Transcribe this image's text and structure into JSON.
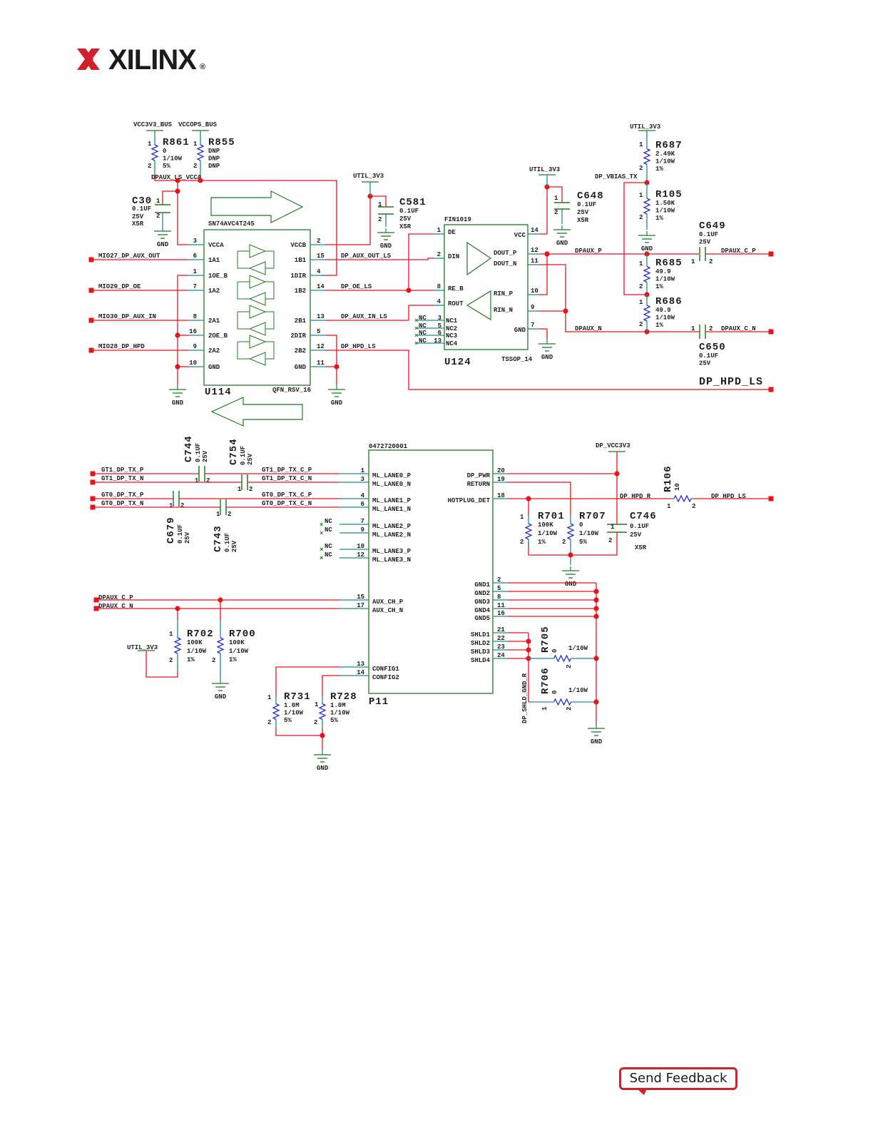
{
  "header": {
    "logo_text": "XILINX",
    "logo_mark": "®"
  },
  "feedback": {
    "label": "Send Feedback"
  },
  "pins": [
    "1",
    "2"
  ],
  "nets": {
    "vcc3v3_bus": "VCC3V3_BUS",
    "vccops_bus": "VCCOPS_BUS",
    "dpaux_ls_vcca": "DPAUX_LS_VCCA",
    "util_3v3": "UTIL_3V3",
    "gnd": "GND",
    "nc": "NC",
    "mio27": "MIO27_DP_AUX_OUT",
    "mio29": "MIO29_DP_OE",
    "mio30": "MIO30_DP_AUX_IN",
    "mio28": "MIO28_DP_HPD",
    "dp_aux_out_ls": "DP_AUX_OUT_LS",
    "dp_oe_ls": "DP_OE_LS",
    "dp_aux_in_ls": "DP_AUX_IN_LS",
    "dp_hpd_ls": "DP_HPD_LS",
    "dp_vbias_tx": "DP_VBIAS_TX",
    "dpaux_p": "DPAUX_P",
    "dpaux_n": "DPAUX_N",
    "dpaux_c_p": "DPAUX_C_P",
    "dpaux_c_n": "DPAUX_C_N",
    "gt1_p": "GT1_DP_TX_P",
    "gt1_n": "GT1_DP_TX_N",
    "gt0_p": "GT0_DP_TX_P",
    "gt0_n": "GT0_DP_TX_N",
    "gt1_cp": "GT1_DP_TX_C_P",
    "gt1_cn": "GT1_DP_TX_C_N",
    "gt0_cp": "GT0_DP_TX_C_P",
    "gt0_cn": "GT0_DP_TX_C_N",
    "dp_vcc3v3": "DP_VCC3V3",
    "dp_hpd_r": "DP_HPD_R",
    "dp_shld_gnd_r": "DP_SHLD_GND_R"
  },
  "comp": {
    "R861": {
      "ref": "R861",
      "v": [
        "0",
        "1/10W",
        "5%"
      ]
    },
    "R855": {
      "ref": "R855",
      "v": [
        "DNP",
        "DNP",
        "DNP"
      ]
    },
    "C30": {
      "ref": "C30",
      "v": [
        "0.1UF",
        "25V",
        "X5R"
      ]
    },
    "C581": {
      "ref": "C581",
      "v": [
        "0.1UF",
        "25V",
        "X5R"
      ]
    },
    "C648": {
      "ref": "C648",
      "v": [
        "0.1UF",
        "25V",
        "X5R"
      ]
    },
    "R687": {
      "ref": "R687",
      "v": [
        "2.49K",
        "1/10W",
        "1%"
      ]
    },
    "R105": {
      "ref": "R105",
      "v": [
        "1.50K",
        "1/10W",
        "1%"
      ]
    },
    "R685": {
      "ref": "R685",
      "v": [
        "49.9",
        "1/10W",
        "1%"
      ]
    },
    "R686": {
      "ref": "R686",
      "v": [
        "49.9",
        "1/10W",
        "1%"
      ]
    },
    "C649": {
      "ref": "C649",
      "v": [
        "0.1UF",
        "25V"
      ]
    },
    "C650": {
      "ref": "C650",
      "v": [
        "0.1UF",
        "25V"
      ]
    },
    "C744": {
      "ref": "C744",
      "v": [
        "0.1UF",
        "25V"
      ]
    },
    "C754": {
      "ref": "C754",
      "v": [
        "0.1UF",
        "25V"
      ]
    },
    "C679": {
      "ref": "C679",
      "v": [
        "0.1UF",
        "25V"
      ]
    },
    "C743": {
      "ref": "C743",
      "v": [
        "0.1UF",
        "25V"
      ]
    },
    "R701": {
      "ref": "R701",
      "v": [
        "100K",
        "1/10W",
        "1%"
      ]
    },
    "R707": {
      "ref": "R707",
      "v": [
        "0",
        "1/10W",
        "5%"
      ]
    },
    "C746": {
      "ref": "C746",
      "v": [
        "0.1UF",
        "25V",
        "X5R"
      ]
    },
    "R106": {
      "ref": "R106",
      "v": [
        "10"
      ]
    },
    "R702": {
      "ref": "R702",
      "v": [
        "100K",
        "1/10W",
        "1%"
      ]
    },
    "R700": {
      "ref": "R700",
      "v": [
        "100K",
        "1/10W",
        "1%"
      ]
    },
    "R731": {
      "ref": "R731",
      "v": [
        "1.0M",
        "1/10W",
        "5%"
      ]
    },
    "R728": {
      "ref": "R728",
      "v": [
        "1.0M",
        "1/10W",
        "5%"
      ]
    },
    "R705": {
      "ref": "R705",
      "v": [
        "0",
        "1/10W"
      ]
    },
    "R706": {
      "ref": "R706",
      "v": [
        "0",
        "1/10W"
      ]
    }
  },
  "u114": {
    "ref": "U114",
    "part": "SN74AVC4T245",
    "package": "QFN_RSV_16",
    "left": [
      [
        "3",
        "VCCA"
      ],
      [
        "6",
        "1A1"
      ],
      [
        "1",
        "1OE_B"
      ],
      [
        "7",
        "1A2"
      ],
      [
        "8",
        "2A1"
      ],
      [
        "16",
        "2OE_B"
      ],
      [
        "9",
        "2A2"
      ],
      [
        "10",
        "GND"
      ]
    ],
    "right": [
      [
        "2",
        "VCCB"
      ],
      [
        "15",
        "1B1"
      ],
      [
        "4",
        "1DIR"
      ],
      [
        "14",
        "1B2"
      ],
      [
        "13",
        "2B1"
      ],
      [
        "5",
        "2DIR"
      ],
      [
        "12",
        "2B2"
      ],
      [
        "11",
        "GND"
      ]
    ]
  },
  "u124": {
    "ref": "U124",
    "part": "FIN1019",
    "package": "TSSOP_14",
    "left": [
      [
        "1",
        "DE"
      ],
      [
        "2",
        "DIN"
      ],
      [
        "8",
        "RE_B"
      ],
      [
        "4",
        "ROUT"
      ],
      [
        "3",
        "NC1"
      ],
      [
        "5",
        "NC2"
      ],
      [
        "6",
        "NC3"
      ],
      [
        "13",
        "NC4"
      ]
    ],
    "right": [
      [
        "14",
        "VCC"
      ],
      [
        "12",
        "DOUT_P"
      ],
      [
        "11",
        "DOUT_N"
      ],
      [
        "10",
        "RIN_P"
      ],
      [
        "9",
        "RIN_N"
      ],
      [
        "7",
        "GND"
      ]
    ]
  },
  "p11": {
    "ref": "P11",
    "part": "0472720001",
    "left": [
      [
        "1",
        "ML_LANE0_P"
      ],
      [
        "3",
        "ML_LANE0_N"
      ],
      [
        "4",
        "ML_LANE1_P"
      ],
      [
        "6",
        "ML_LANE1_N"
      ],
      [
        "7",
        "ML_LANE2_P"
      ],
      [
        "9",
        "ML_LANE2_N"
      ],
      [
        "10",
        "ML_LANE3_P"
      ],
      [
        "12",
        "ML_LANE3_N"
      ],
      [
        "15",
        "AUX_CH_P"
      ],
      [
        "17",
        "AUX_CH_N"
      ],
      [
        "13",
        "CONFIG1"
      ],
      [
        "14",
        "CONFIG2"
      ]
    ],
    "right": [
      [
        "20",
        "DP_PWR"
      ],
      [
        "19",
        "RETURN"
      ],
      [
        "18",
        "HOTPLUG_DET"
      ],
      [
        "2",
        "GND1"
      ],
      [
        "5",
        "GND2"
      ],
      [
        "8",
        "GND3"
      ],
      [
        "11",
        "GND4"
      ],
      [
        "16",
        "GND5"
      ],
      [
        "21",
        "SHLD1"
      ],
      [
        "22",
        "SHLD2"
      ],
      [
        "23",
        "SHLD3"
      ],
      [
        "24",
        "SHLD4"
      ]
    ]
  },
  "colors": {
    "wire": "#e8141b",
    "pin": "#1d8a8a",
    "body": "#1f7a1f",
    "resistor": "#2a2ad0",
    "brand": "#d0202a"
  }
}
